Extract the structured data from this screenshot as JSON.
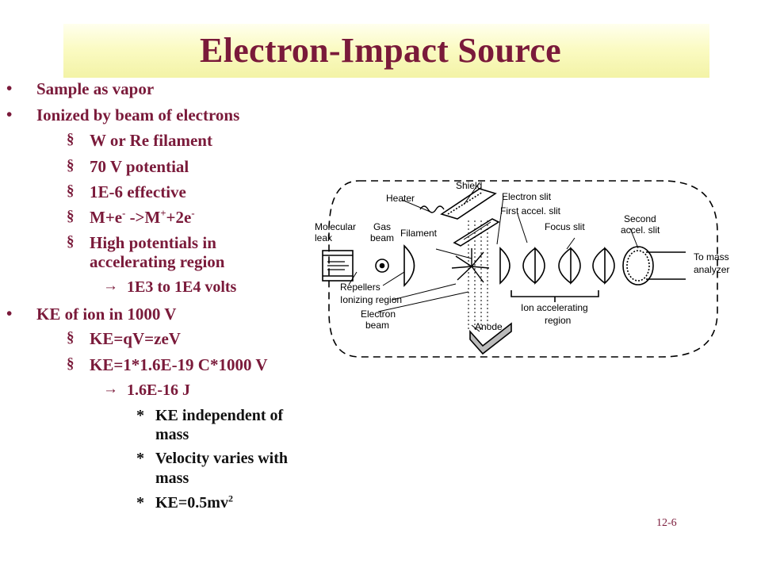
{
  "slide": {
    "title": "Electron-Impact Source",
    "page_number": "12-6"
  },
  "bullets": {
    "b1": "Sample as vapor",
    "b2": "Ionized by beam of electrons",
    "b2_1": "W or Re filament",
    "b2_2": "70 V potential",
    "b2_3": "1E-6 effective",
    "b2_4": {
      "a": "M+e",
      "b": "-",
      "c": " ->M",
      "d": "+",
      "e": "+2e",
      "f": "-"
    },
    "b2_5a": "High potentials in",
    "b2_5b": "accelerating region",
    "b2_5_1": "1E3 to 1E4 volts",
    "b3": "KE of ion in 1000 V",
    "b3_1": "KE=qV=zeV",
    "b3_2": "KE=1*1.6E-19 C*1000 V",
    "b3_2_1": "1.6E-16 J",
    "b3_2_1_1a": "KE independent of",
    "b3_2_1_1b": "mass",
    "b3_2_1_2a": "Velocity varies with",
    "b3_2_1_2b": "mass",
    "b3_2_1_3": {
      "a": "KE=0.5mv",
      "b": "2"
    }
  },
  "markers": {
    "bullet": "•",
    "square": "§",
    "arrow": "→",
    "star": "*"
  },
  "diagram": {
    "labels": {
      "heater": "Heater",
      "shield": "Shield",
      "electron_slit": "Electron slit",
      "first_accel": "First accel. slit",
      "second_accel_1": "Second",
      "second_accel_2": "accel. slit",
      "molecular_1": "Molecular",
      "molecular_2": "leak",
      "gas_1": "Gas",
      "gas_2": "beam",
      "filament": "Filament",
      "focus_slit": "Focus slit",
      "to_mass_1": "To mass",
      "to_mass_2": "analyzer",
      "repellers": "Repellers",
      "ionizing": "Ionizing region",
      "electron_beam_1": "Electron",
      "electron_beam_2": "beam",
      "anode": "Anode",
      "ion_accel_1": "Ion accelerating",
      "ion_accel_2": "region"
    }
  }
}
